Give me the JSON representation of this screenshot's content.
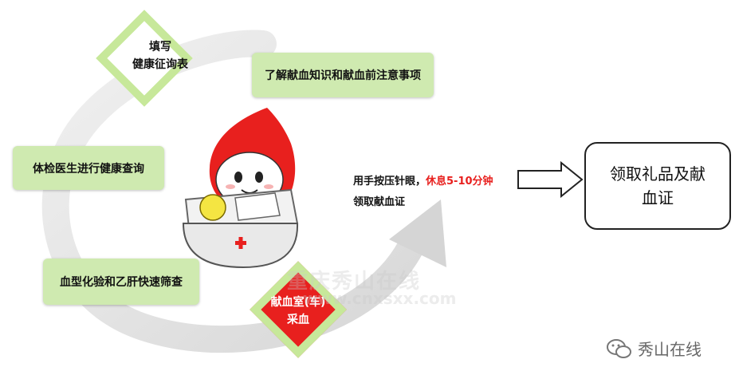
{
  "steps": {
    "fill_form_line1": "填写",
    "fill_form_line2": "健康征询表",
    "learn_knowledge": "了解献血知识和献血前注意事项",
    "checkup": "体检医生进行健康查询",
    "blood_test": "血型化验和乙肝快速筛查",
    "collection_line1": "献血室(车)",
    "collection_line2": "采血",
    "press_note_black": "用手按压针眼，",
    "press_note_red": "休息5-10分钟",
    "certificate_note": "领取献血证",
    "final_box_line1": "领取礼品及献",
    "final_box_line2": "血证"
  },
  "watermark": {
    "line1": "重庆秀山在线",
    "line2": "www.cnxsxx.com"
  },
  "brand": {
    "label": "秀山在线",
    "icon": "wechat-icon"
  },
  "colors": {
    "accent_green": "#c7e89a",
    "box_green": "#cfeab0",
    "blood_red": "#e8201e",
    "arrow_gray": "#dcdcdc"
  }
}
